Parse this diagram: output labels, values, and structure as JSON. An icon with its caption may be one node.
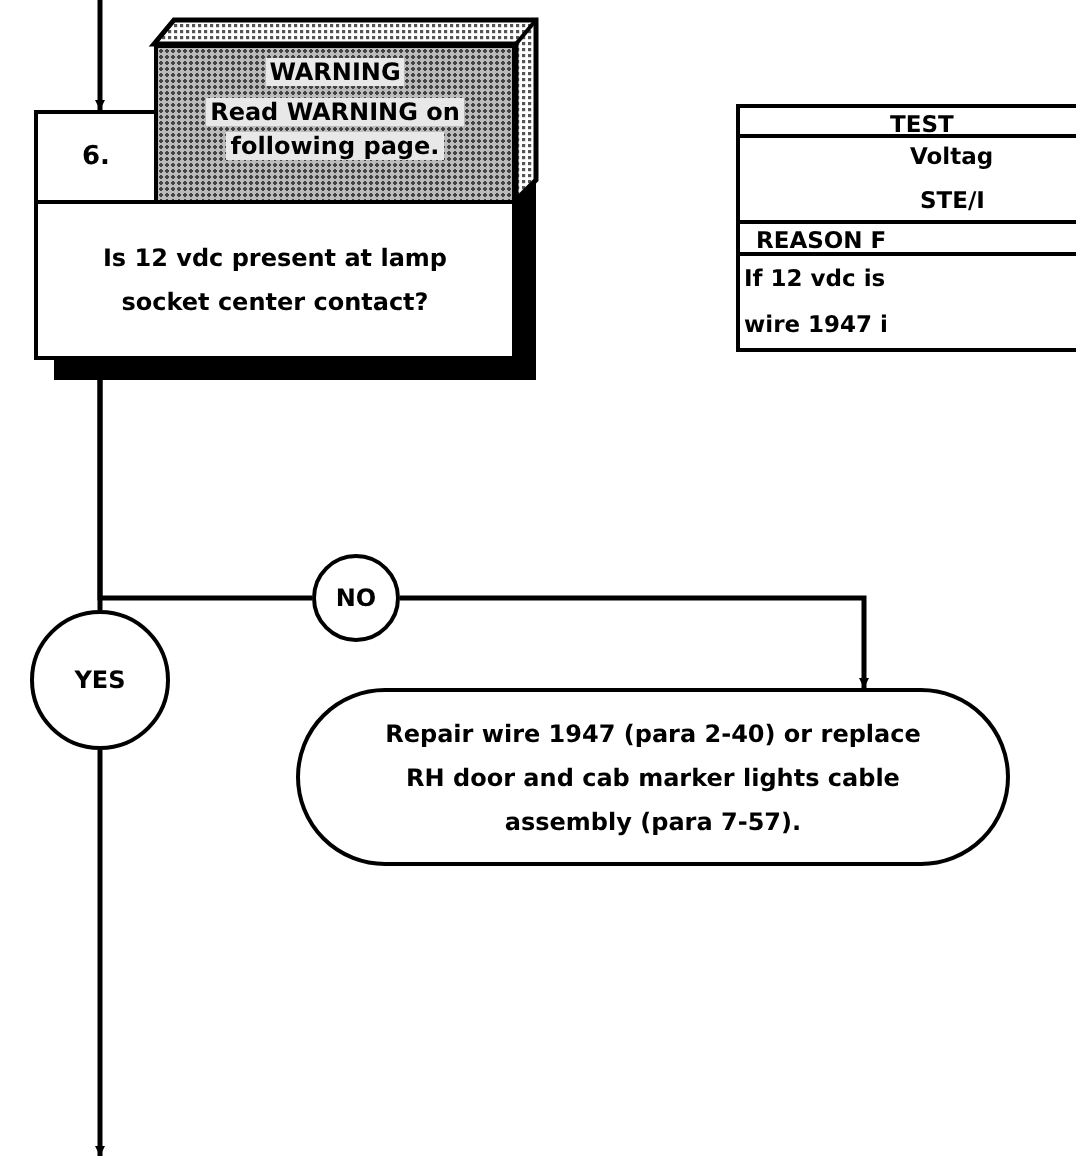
{
  "diagram": {
    "nodes": [
      {
        "text": [
          "6."
        ]
      },
      {
        "text": [
          "WARNING",
          "Read WARNING on following page."
        ]
      },
      {
        "text": [
          "Is 12 vdc present at lamp socket center contact?"
        ]
      },
      {
        "text": [
          "NO"
        ]
      },
      {
        "text": [
          "Repair wire 1947 (para 2-40) or replace RH door and cab marker lights cable assembly (para 7-57)."
        ]
      },
      {
        "text": [
          "YES"
        ]
      }
    ],
    "edges": [
      {
        "from": null,
        "to": 0,
        "arrow": "to"
      },
      {
        "from": 2,
        "to": 5,
        "arrow": "none"
      },
      {
        "from": 2,
        "to": 3,
        "arrow": "none"
      },
      {
        "from": 3,
        "to": 4,
        "arrow": "to"
      },
      {
        "from": 5,
        "to": null,
        "arrow": "to"
      }
    ],
    "labels": [
      "TEST",
      "Voltag",
      "STE/I",
      "REASON F",
      "If 12 vdc is",
      "wire 1947 i"
    ]
  }
}
